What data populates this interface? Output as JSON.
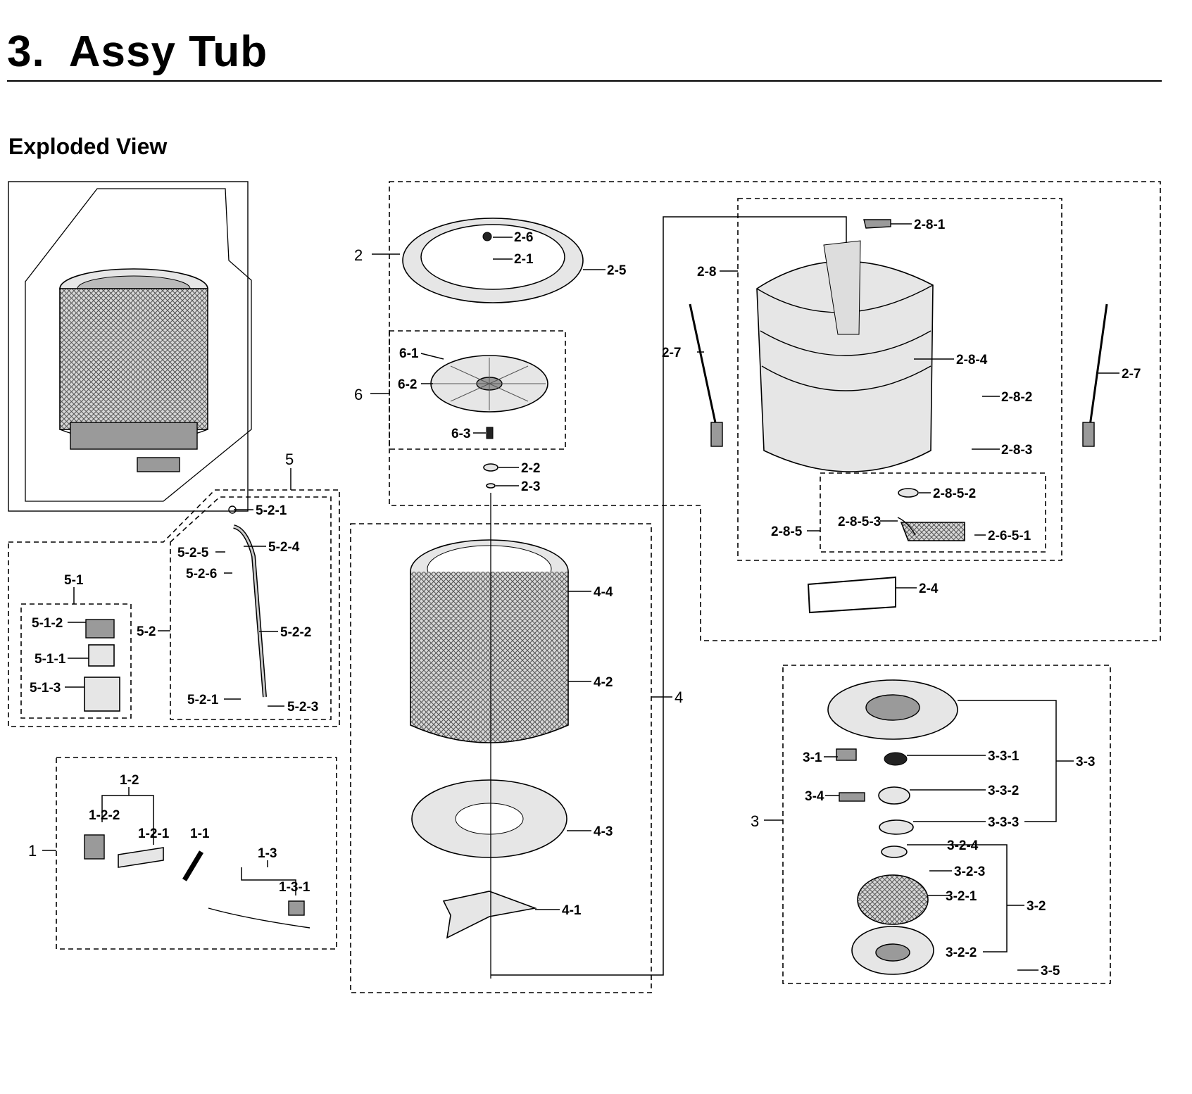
{
  "header": {
    "section_number": "3.",
    "title": "Assy Tub",
    "subtitle": "Exploded View"
  },
  "callouts": {
    "c1": "1",
    "c1_1": "1-1",
    "c1_2": "1-2",
    "c1_2_1": "1-2-1",
    "c1_2_2": "1-2-2",
    "c1_3": "1-3",
    "c1_3_1": "1-3-1",
    "c2": "2",
    "c2_1": "2-1",
    "c2_2": "2-2",
    "c2_3": "2-3",
    "c2_4": "2-4",
    "c2_5": "2-5",
    "c2_6": "2-6",
    "c2_7a": "2-7",
    "c2_7b": "2-7",
    "c2_8": "2-8",
    "c2_8_1": "2-8-1",
    "c2_8_2": "2-8-2",
    "c2_8_3": "2-8-3",
    "c2_8_4": "2-8-4",
    "c2_8_5": "2-8-5",
    "c2_8_5_1": "2-6-5-1",
    "c2_8_5_2": "2-8-5-2",
    "c2_8_5_3": "2-8-5-3",
    "c3": "3",
    "c3_1": "3-1",
    "c3_2": "3-2",
    "c3_2_1": "3-2-1",
    "c3_2_2": "3-2-2",
    "c3_2_3": "3-2-3",
    "c3_2_4": "3-2-4",
    "c3_3": "3-3",
    "c3_3_1": "3-3-1",
    "c3_3_2": "3-3-2",
    "c3_3_3": "3-3-3",
    "c3_4": "3-4",
    "c3_5": "3-5",
    "c4": "4",
    "c4_1": "4-1",
    "c4_2": "4-2",
    "c4_3": "4-3",
    "c4_4": "4-4",
    "c5": "5",
    "c5_1": "5-1",
    "c5_1_1": "5-1-1",
    "c5_1_2": "5-1-2",
    "c5_1_3": "5-1-3",
    "c5_2": "5-2",
    "c5_2_1a": "5-2-1",
    "c5_2_1b": "5-2-1",
    "c5_2_2": "5-2-2",
    "c5_2_3": "5-2-3",
    "c5_2_4": "5-2-4",
    "c5_2_5": "5-2-5",
    "c5_2_6": "5-2-6",
    "c6": "6",
    "c6_1": "6-1",
    "c6_2": "6-2",
    "c6_3": "6-3"
  }
}
